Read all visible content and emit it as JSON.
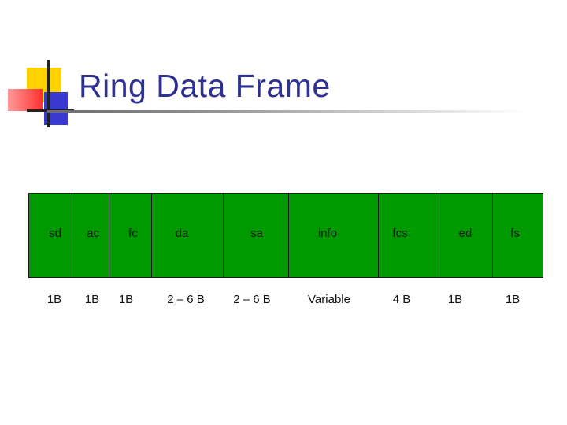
{
  "slide": {
    "title": "Ring Data Frame"
  },
  "fields": [
    {
      "name": "sd",
      "size": "1B"
    },
    {
      "name": "ac",
      "size": "1B"
    },
    {
      "name": "fc",
      "size": "1B"
    },
    {
      "name": "da",
      "size": "2 – 6 B"
    },
    {
      "name": "sa",
      "size": "2 – 6 B"
    },
    {
      "name": "info",
      "size": "Variable"
    },
    {
      "name": "fcs",
      "size": "4 B"
    },
    {
      "name": "ed",
      "size": "1B"
    },
    {
      "name": "fs",
      "size": "1B"
    }
  ],
  "colors": {
    "frame_fill": "#009900",
    "title": "#2e3192"
  }
}
